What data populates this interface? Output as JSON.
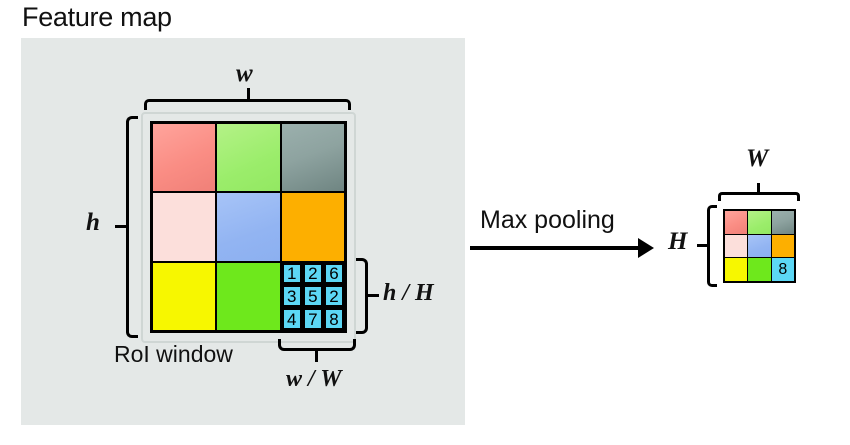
{
  "diagram": {
    "title": "Feature map",
    "operation_label": "Max pooling",
    "roi_label": "RoI window",
    "labels": {
      "w": "w",
      "h": "h",
      "h_over_H": "h / H",
      "w_over_W": "w / W",
      "W": "W",
      "H": "H"
    },
    "colors": {
      "panel_background": "#e4e8e7",
      "salmon": "#fa8d84",
      "light_green": "#9bed6b",
      "gray": "#8ea3a0",
      "pale_pink": "#fcdfdb",
      "blue": "#92b4f2",
      "orange": "#fdaf00",
      "yellow": "#f7f700",
      "green": "#6ee81c",
      "cyan": "#5cd7f5",
      "outline": "#000000"
    },
    "feature_grid": {
      "rows": 3,
      "cols": 3,
      "cells": [
        [
          {
            "color_name": "salmon",
            "value": ""
          },
          {
            "color_name": "light_green",
            "value": ""
          },
          {
            "color_name": "gray",
            "value": ""
          }
        ],
        [
          {
            "color_name": "pale_pink",
            "value": ""
          },
          {
            "color_name": "blue",
            "value": ""
          },
          {
            "color_name": "orange",
            "value": ""
          }
        ],
        [
          {
            "color_name": "yellow",
            "value": ""
          },
          {
            "color_name": "green",
            "value": ""
          },
          {
            "color_name": "cyan",
            "value": "subgrid"
          }
        ]
      ]
    },
    "sub_grid": {
      "rows": 3,
      "cols": 3,
      "values": [
        [
          "1",
          "2",
          "6"
        ],
        [
          "3",
          "5",
          "2"
        ],
        [
          "4",
          "7",
          "8"
        ]
      ]
    },
    "output_grid": {
      "rows": 3,
      "cols": 3,
      "cells": [
        [
          {
            "color_name": "salmon",
            "value": ""
          },
          {
            "color_name": "light_green",
            "value": ""
          },
          {
            "color_name": "gray",
            "value": ""
          }
        ],
        [
          {
            "color_name": "pale_pink",
            "value": ""
          },
          {
            "color_name": "blue",
            "value": ""
          },
          {
            "color_name": "orange",
            "value": ""
          }
        ],
        [
          {
            "color_name": "yellow",
            "value": ""
          },
          {
            "color_name": "green",
            "value": ""
          },
          {
            "color_name": "cyan",
            "value": "8"
          }
        ]
      ]
    }
  }
}
